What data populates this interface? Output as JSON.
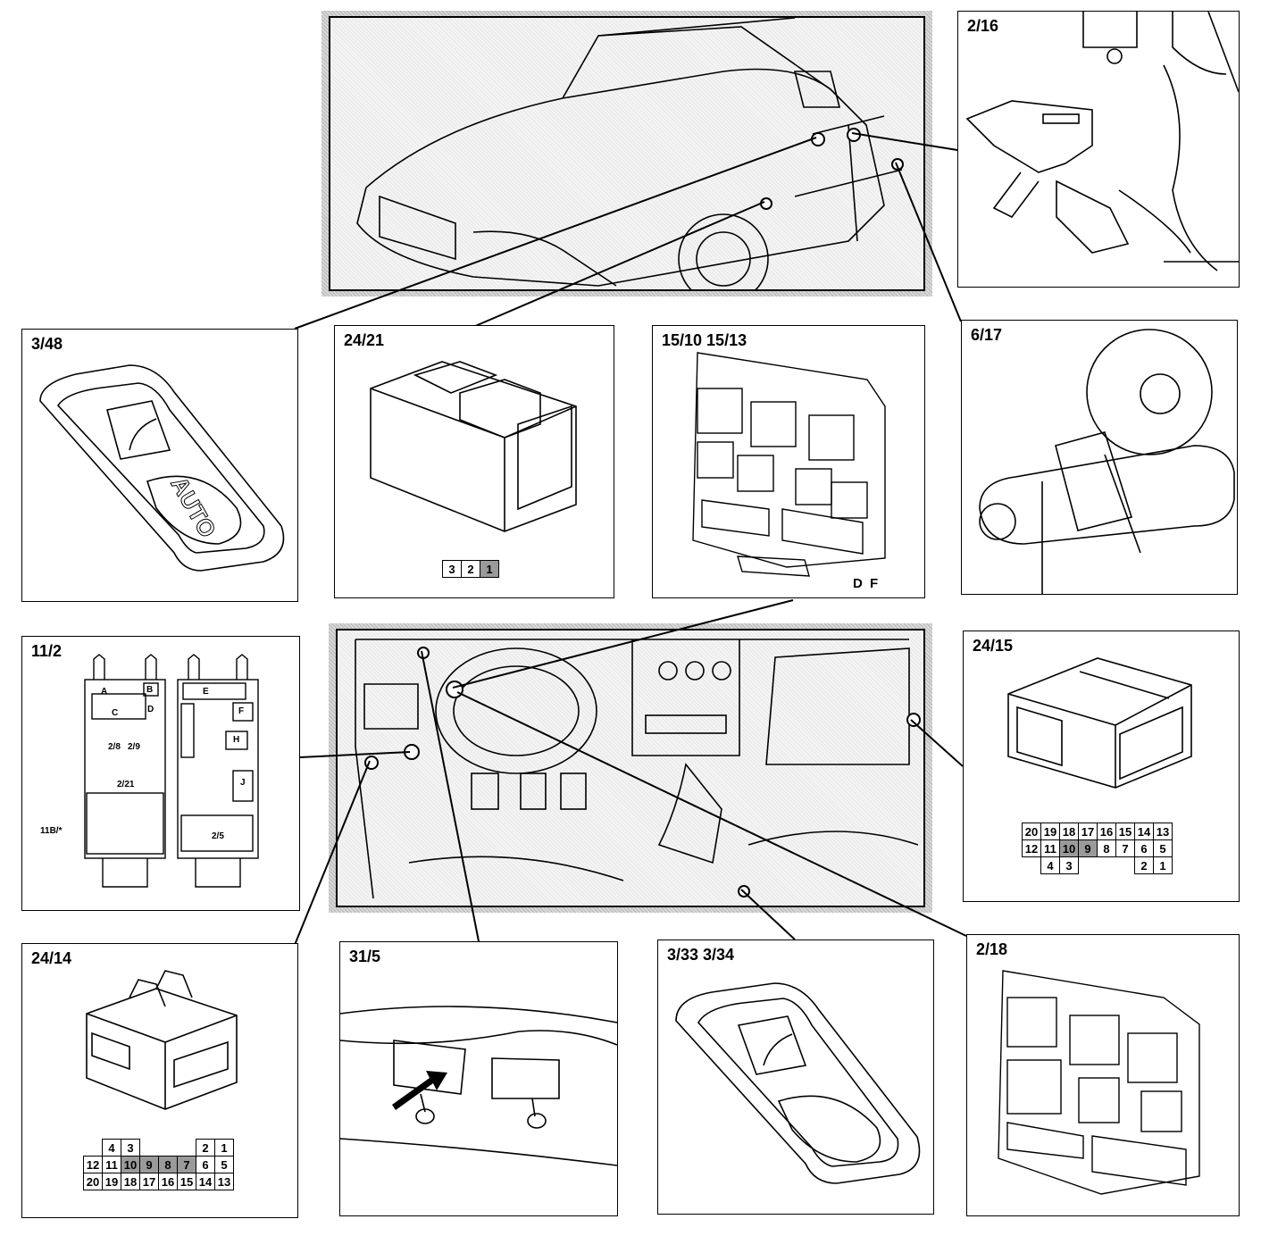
{
  "panels": {
    "p_2_16": {
      "title": "2/16"
    },
    "p_3_48": {
      "title": "3/48",
      "switch_text": "AUTO"
    },
    "p_24_21": {
      "title": "24/21",
      "pins": [
        {
          "n": "3",
          "shade": false
        },
        {
          "n": "2",
          "shade": false
        },
        {
          "n": "1",
          "shade": true
        }
      ]
    },
    "p_15_10": {
      "title": "15/10 15/13",
      "df": "D F"
    },
    "p_6_17": {
      "title": "6/17"
    },
    "p_11_2": {
      "title": "11/2",
      "labels": {
        "A": "A",
        "B": "B",
        "C": "C",
        "D": "D",
        "E": "E",
        "F": "F",
        "H": "H",
        "J": "J",
        "r28": "2/8",
        "r29": "2/9",
        "r221": "2/21",
        "r25": "2/5",
        "fuse": "11B/*"
      }
    },
    "p_24_15": {
      "title": "24/15",
      "rows": [
        [
          {
            "n": "20"
          },
          {
            "n": "19"
          },
          {
            "n": "18"
          },
          {
            "n": "17"
          },
          {
            "n": "16"
          },
          {
            "n": "15"
          },
          {
            "n": "14"
          },
          {
            "n": "13"
          }
        ],
        [
          {
            "n": "12"
          },
          {
            "n": "11"
          },
          {
            "n": "10",
            "shade": true
          },
          {
            "n": "9",
            "shade": true
          },
          {
            "n": "8"
          },
          {
            "n": "7"
          },
          {
            "n": "6"
          },
          {
            "n": "5"
          }
        ],
        [
          {
            "n": ""
          },
          {
            "n": "4"
          },
          {
            "n": "3"
          },
          {
            "n": ""
          },
          {
            "n": ""
          },
          {
            "n": ""
          },
          {
            "n": "2"
          },
          {
            "n": "1"
          }
        ]
      ]
    },
    "p_24_14": {
      "title": "24/14",
      "rows": [
        [
          {
            "n": ""
          },
          {
            "n": "4"
          },
          {
            "n": "3"
          },
          {
            "n": ""
          },
          {
            "n": ""
          },
          {
            "n": ""
          },
          {
            "n": "2"
          },
          {
            "n": "1"
          }
        ],
        [
          {
            "n": "12"
          },
          {
            "n": "11"
          },
          {
            "n": "10",
            "shade": true
          },
          {
            "n": "9",
            "shade": true
          },
          {
            "n": "8",
            "shade": true
          },
          {
            "n": "7",
            "shade": true
          },
          {
            "n": "6"
          },
          {
            "n": "5"
          }
        ],
        [
          {
            "n": "20"
          },
          {
            "n": "19"
          },
          {
            "n": "18"
          },
          {
            "n": "17"
          },
          {
            "n": "16"
          },
          {
            "n": "15"
          },
          {
            "n": "14"
          },
          {
            "n": "13"
          }
        ]
      ]
    },
    "p_31_5": {
      "title": "31/5"
    },
    "p_3_33": {
      "title": "3/33 3/34"
    },
    "p_2_18": {
      "title": "2/18"
    }
  },
  "colors": {
    "ink": "#000000",
    "shade": "#9a9a9a",
    "photo_bg": "#f4f4f4"
  }
}
